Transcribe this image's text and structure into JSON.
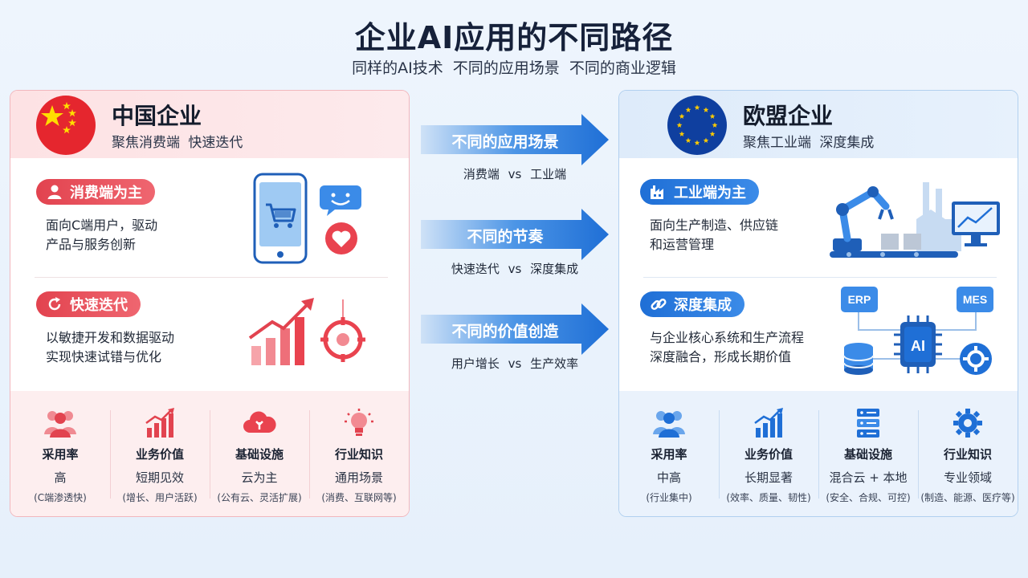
{
  "title": "企业AI应用的不同路径",
  "subtitle": "同样的AI技术  不同的应用场景  不同的商业逻辑",
  "china": {
    "title": "中国企业",
    "subtitle": "聚焦消费端  快速迭代",
    "feature1": {
      "label": "消费端为主",
      "desc1": "面向C端用户，驱动",
      "desc2": "产品与服务创新"
    },
    "feature2": {
      "label": "快速迭代",
      "desc1": "以敏捷开发和数据驱动",
      "desc2": "实现快速试错与优化"
    },
    "metrics": [
      {
        "label": "采用率",
        "value": "高",
        "note": "(C端渗透快)"
      },
      {
        "label": "业务价值",
        "value": "短期见效",
        "note": "(增长、用户活跃)"
      },
      {
        "label": "基础设施",
        "value": "云为主",
        "note": "(公有云、灵活扩展)"
      },
      {
        "label": "行业知识",
        "value": "通用场景",
        "note": "(消费、互联网等)"
      }
    ],
    "accent": "#e2434f"
  },
  "eu": {
    "title": "欧盟企业",
    "subtitle": "聚焦工业端  深度集成",
    "feature1": {
      "label": "工业端为主",
      "desc1": "面向生产制造、供应链",
      "desc2": "和运营管理"
    },
    "feature2": {
      "label": "深度集成",
      "desc1": "与企业核心系统和生产流程",
      "desc2": "深度融合，形成长期价值"
    },
    "chip_labels": {
      "erp": "ERP",
      "mes": "MES",
      "ai": "AI"
    },
    "metrics": [
      {
        "label": "采用率",
        "value": "中高",
        "note": "(行业集中)"
      },
      {
        "label": "业务价值",
        "value": "长期显著",
        "note": "(效率、质量、韧性)"
      },
      {
        "label": "基础设施",
        "value": "混合云 + 本地",
        "note": "(安全、合规、可控)"
      },
      {
        "label": "行业知识",
        "value": "专业领域",
        "note": "(制造、能源、医疗等)"
      }
    ],
    "accent": "#1f6fd6"
  },
  "comparisons": [
    {
      "label": "不同的应用场景",
      "vs": "消费端 vs 工业端"
    },
    {
      "label": "不同的节奏",
      "vs": "快速迭代 vs 深度集成"
    },
    {
      "label": "不同的价值创造",
      "vs": "用户增长 vs 生产效率"
    }
  ]
}
